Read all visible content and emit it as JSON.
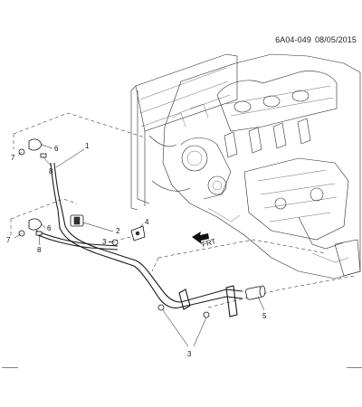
{
  "header": {
    "diagram_code": "6A04-049",
    "date": "08/05/2015"
  },
  "callouts": {
    "c1": "1",
    "c2": "2",
    "c3a": "3",
    "c3b": "3",
    "c4": "4",
    "c5": "5",
    "c6a": "6",
    "c6b": "6",
    "c7a": "7",
    "c7b": "7",
    "c8a": "8",
    "c8b": "8"
  },
  "direction_label": "FRT",
  "footer": {
    "left_mark": "____",
    "right_mark": "____"
  }
}
